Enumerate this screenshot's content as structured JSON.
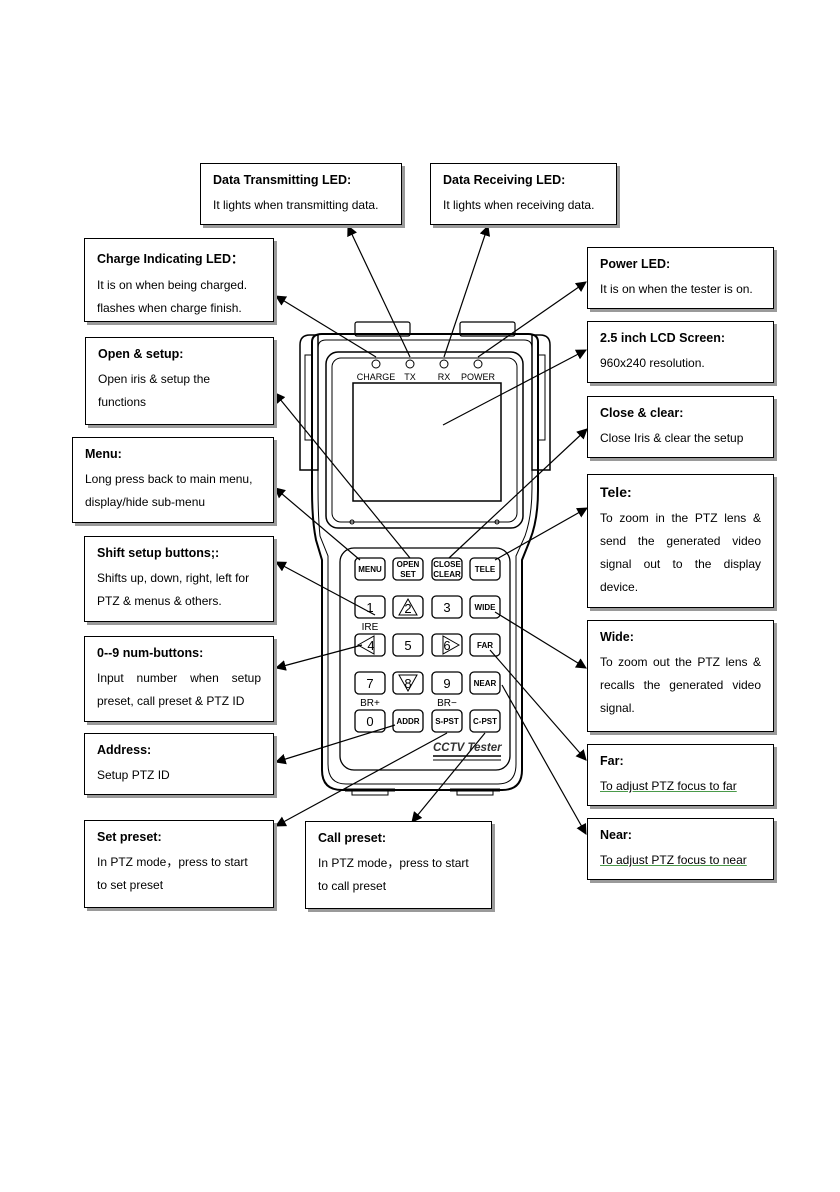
{
  "leds": {
    "charge": "CHARGE",
    "tx": "TX",
    "rx": "RX",
    "power": "POWER"
  },
  "keys": {
    "menu": "MENU",
    "open": "OPEN",
    "set": "SET",
    "close": "CLOSE",
    "clear": "CLEAR",
    "tele": "TELE",
    "k1": "1",
    "k2": "2",
    "k3": "3",
    "wide": "WIDE",
    "k4": "4",
    "k5": "5",
    "k6": "6",
    "far": "FAR",
    "k7": "7",
    "k8": "8",
    "k9": "9",
    "near": "NEAR",
    "k0": "0",
    "addr": "ADDR",
    "spst": "S-PST",
    "cpst": "C-PST",
    "ire": "IRE",
    "brplus": "BR+",
    "brminus": "BR−"
  },
  "brand": "CCTV  Tester",
  "callouts": {
    "tx": {
      "title": "Data Transmitting LED:",
      "desc": "It lights when transmitting data."
    },
    "rx": {
      "title": "Data Receiving LED:",
      "desc": "It lights when receiving data."
    },
    "charge": {
      "title": "Charge Indicating LED：",
      "desc": "It is on when being charged. flashes when charge finish."
    },
    "power": {
      "title": "Power LED:",
      "desc": "It is on when the tester is on."
    },
    "open": {
      "title": "Open & setup:",
      "desc": "Open iris & setup the functions"
    },
    "lcd": {
      "title": "2.5 inch LCD Screen:",
      "desc": "960x240 resolution."
    },
    "close": {
      "title": "Close & clear:",
      "desc": "Close Iris & clear the setup"
    },
    "menu": {
      "title": "Menu:",
      "desc": "Long press back to main menu, display/hide sub-menu"
    },
    "tele": {
      "title": "Tele:",
      "desc": "To zoom in the PTZ lens & send the generated video signal out to the display device."
    },
    "shift": {
      "title": "Shift setup buttons;:",
      "desc": "Shifts up, down, right, left for PTZ & menus & others."
    },
    "wide": {
      "title": "Wide:",
      "desc": "To zoom out the PTZ lens & recalls the generated video signal."
    },
    "num": {
      "title": "0--9 num-buttons:",
      "desc": "Input number when setup preset, call preset & PTZ ID"
    },
    "address": {
      "title": "Address:",
      "desc": "Setup PTZ ID"
    },
    "far": {
      "title": "Far:",
      "desc": "To adjust PTZ focus to far"
    },
    "setpreset": {
      "title": "Set preset:",
      "desc": "In PTZ mode，press to start to set preset"
    },
    "callpreset": {
      "title": "Call preset:",
      "desc": "In PTZ mode，press to start to call preset"
    },
    "near": {
      "title": "Near:",
      "desc": "To adjust PTZ focus to near"
    }
  }
}
